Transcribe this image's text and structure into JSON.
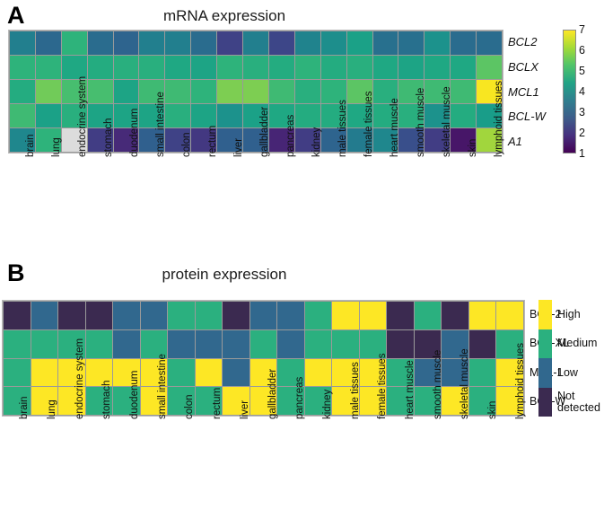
{
  "figure": {
    "panels": [
      {
        "letter": "A",
        "title": "mRNA expression",
        "kind": "continuous"
      },
      {
        "letter": "B",
        "title": "protein expression",
        "kind": "categorical"
      }
    ]
  },
  "tissues": [
    "brain",
    "lung",
    "endocrine system",
    "stomach",
    "duodenum",
    "small intestine",
    "colon",
    "rectum",
    "liver",
    "gallbladder",
    "pancreas",
    "kidney",
    "male tissues",
    "female tissues",
    "heart muscle",
    "smooth muscle",
    "skeletal muscle",
    "skin",
    "lymphoid tissues"
  ],
  "panel_a": {
    "letter": "A",
    "title": "mRNA expression",
    "genes": [
      "BCL2",
      "BCLX",
      "MCL1",
      "BCL-W",
      "A1"
    ],
    "colorbar": {
      "ticks": [
        "7",
        "6",
        "5",
        "4",
        "3",
        "2",
        "1"
      ],
      "min": 1,
      "max": 7,
      "colormap": "viridis",
      "na_color": "#dcdcdc"
    }
  },
  "panel_b": {
    "letter": "B",
    "title": "protein expression",
    "proteins": [
      "BCL-2",
      "BCL-XL",
      "MCL-1",
      "BCL-W"
    ],
    "legend": [
      {
        "label": "High",
        "color": "#fde725"
      },
      {
        "label": "Medium",
        "color": "#2bb07f"
      },
      {
        "label": "Low",
        "color": "#31688e"
      },
      {
        "label": "Not detected",
        "color": "#3b2a50"
      }
    ]
  },
  "chart_data": [
    {
      "type": "heatmap",
      "title": "mRNA expression",
      "panel": "A",
      "xlabel": "",
      "ylabel": "",
      "categories": [
        "brain",
        "lung",
        "endocrine system",
        "stomach",
        "duodenum",
        "small intestine",
        "colon",
        "rectum",
        "liver",
        "gallbladder",
        "pancreas",
        "kidney",
        "male tissues",
        "female tissues",
        "heart muscle",
        "smooth muscle",
        "skeletal muscle",
        "skin",
        "lymphoid tissues"
      ],
      "rows": [
        "BCL2",
        "BCLX",
        "MCL1",
        "BCL-W",
        "A1"
      ],
      "colorbar_label": "",
      "zlim": [
        1,
        7
      ],
      "colormap": "viridis",
      "grid": true,
      "legend_position": "right",
      "series": [
        {
          "name": "BCL2",
          "values": [
            3.8,
            3.2,
            5.2,
            3.3,
            3.1,
            3.8,
            3.8,
            3.3,
            2.3,
            3.8,
            2.4,
            3.9,
            4.2,
            4.7,
            3.4,
            3.4,
            4.3,
            3.3,
            3.3
          ]
        },
        {
          "name": "BCLX",
          "values": [
            5.2,
            5.2,
            4.9,
            5.0,
            5.1,
            5.1,
            4.9,
            4.8,
            5.2,
            5.1,
            5.0,
            5.2,
            5.0,
            5.1,
            4.9,
            4.8,
            4.9,
            4.9,
            5.7
          ]
        },
        {
          "name": "MCL1",
          "values": [
            5.0,
            5.9,
            5.5,
            5.5,
            4.8,
            5.4,
            5.4,
            5.2,
            6.0,
            6.0,
            5.4,
            5.1,
            5.2,
            5.7,
            5.1,
            5.4,
            5.4,
            5.4,
            7.0
          ]
        },
        {
          "name": "BCL-W",
          "values": [
            5.4,
            4.7,
            5.1,
            4.8,
            4.8,
            4.8,
            5.1,
            4.8,
            4.3,
            4.7,
            4.9,
            5.0,
            5.0,
            4.9,
            5.0,
            5.1,
            4.3,
            5.0,
            4.6
          ]
        },
        {
          "name": "A1",
          "values": [
            4.0,
            5.2,
            null,
            2.2,
            1.8,
            3.0,
            2.3,
            2.1,
            3.0,
            3.0,
            1.7,
            2.2,
            3.1,
            3.7,
            4.0,
            2.6,
            2.2,
            1.4,
            6.3
          ]
        }
      ]
    },
    {
      "type": "heatmap",
      "title": "protein expression",
      "panel": "B",
      "xlabel": "",
      "ylabel": "",
      "categories": [
        "brain",
        "lung",
        "endocrine system",
        "stomach",
        "duodenum",
        "small intestine",
        "colon",
        "rectum",
        "liver",
        "gallbladder",
        "pancreas",
        "kidney",
        "male tissues",
        "female tissues",
        "heart muscle",
        "smooth muscle",
        "skeletal muscle",
        "skin",
        "lymphoid tissues"
      ],
      "rows": [
        "BCL-2",
        "BCL-XL",
        "MCL-1",
        "BCL-W"
      ],
      "levels": [
        "High",
        "Medium",
        "Low",
        "Not detected"
      ],
      "level_colors": {
        "High": "#fde725",
        "Medium": "#2bb07f",
        "Low": "#31688e",
        "Not detected": "#3b2a50"
      },
      "grid": true,
      "legend_position": "right",
      "series": [
        {
          "name": "BCL-2",
          "values": [
            "Not detected",
            "Low",
            "Not detected",
            "Not detected",
            "Low",
            "Low",
            "Medium",
            "Medium",
            "Not detected",
            "Low",
            "Low",
            "Medium",
            "High",
            "High",
            "Not detected",
            "Medium",
            "Not detected",
            "High",
            "High"
          ]
        },
        {
          "name": "BCL-XL",
          "values": [
            "Medium",
            "Medium",
            "Medium",
            "Medium",
            "Low",
            "Medium",
            "Low",
            "Low",
            "Low",
            "Medium",
            "Low",
            "Medium",
            "Medium",
            "Medium",
            "Not detected",
            "Not detected",
            "Low",
            "Not detected",
            "Medium"
          ]
        },
        {
          "name": "MCL-1",
          "values": [
            "Medium",
            "High",
            "High",
            "High",
            "High",
            "High",
            "Medium",
            "High",
            "Low",
            "High",
            "Medium",
            "High",
            "High",
            "High",
            "Medium",
            "Low",
            "Low",
            "Medium",
            "High"
          ]
        },
        {
          "name": "BCL-W",
          "values": [
            "Medium",
            "High",
            "High",
            "Medium",
            "Medium",
            "High",
            "Medium",
            "Medium",
            "High",
            "High",
            "Medium",
            "Medium",
            "High",
            "High",
            "Medium",
            "Medium",
            "High",
            "Medium",
            "High"
          ]
        }
      ]
    }
  ]
}
